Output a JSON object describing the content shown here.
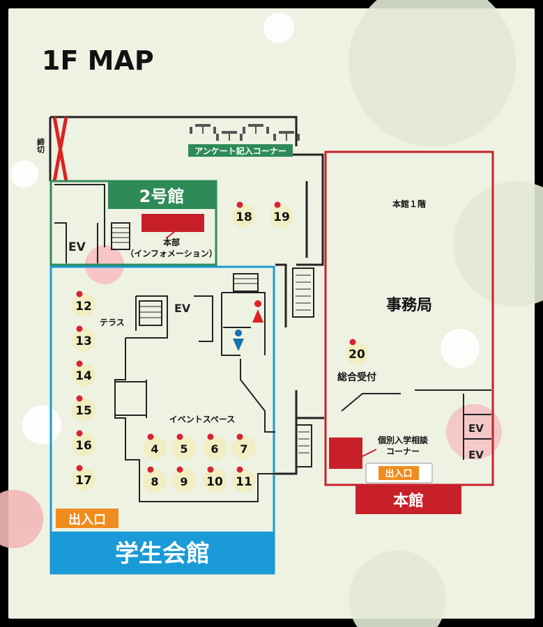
{
  "title": "1F MAP",
  "labels": {
    "blocked": "締切",
    "survey": "アンケート記入コーナー",
    "bldg2": "2号館",
    "hq": "本部",
    "hq_sub": "（インフォメーション）",
    "ev": "EV",
    "terrace": "テラス",
    "event_space": "イベントスペース",
    "entrance": "出入口",
    "student_hall": "学生会館",
    "main_floor": "本館１階",
    "office": "事務局",
    "reception": "総合受付",
    "consult_1": "個別入学相談",
    "consult_2": "コーナー",
    "main_bldg": "本館"
  },
  "booths": [
    "18",
    "19",
    "12",
    "13",
    "14",
    "15",
    "16",
    "17",
    "4",
    "5",
    "6",
    "7",
    "8",
    "9",
    "10",
    "11",
    "20"
  ],
  "colors": {
    "background": "#eef2e3",
    "frame": "#000000",
    "green": "#2e8b57",
    "blue": "#1a9ad6",
    "red": "#c8202a",
    "orange": "#f08c1e",
    "booth": "#f0eec2",
    "pink": "#f4b8b8"
  }
}
